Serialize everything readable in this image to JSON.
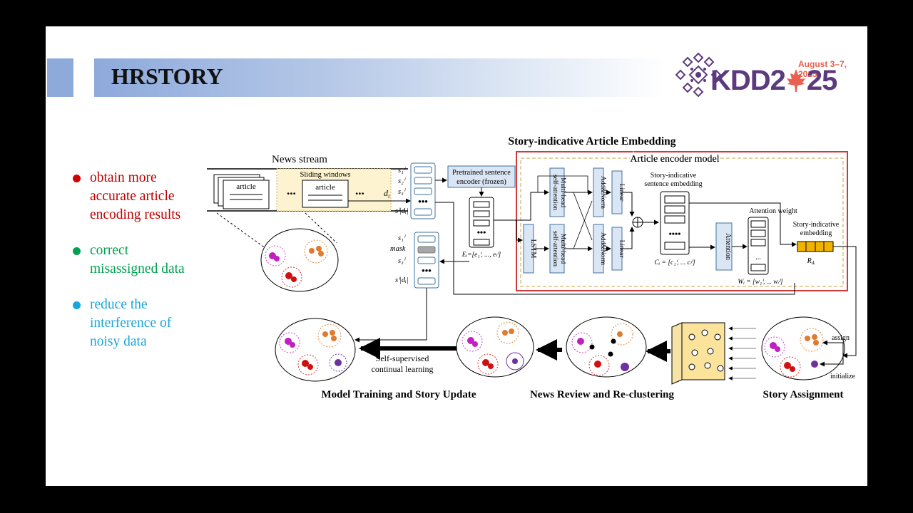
{
  "slide": {
    "title": "HRSTORY",
    "logo": {
      "date": "August 3–7, 2025",
      "name": "KDD2025"
    }
  },
  "bullets": [
    {
      "text": "obtain more accurate article encoding results",
      "lines": [
        "obtain more",
        "accurate article",
        "encoding results"
      ],
      "color": "#c00000"
    },
    {
      "text": "correct misassigned data",
      "lines": [
        "correct",
        "misassigned data"
      ],
      "color": "#00a050"
    },
    {
      "text": "reduce the interference of noisy data",
      "lines": [
        "reduce the",
        "interference of",
        "noisy data"
      ],
      "color": "#1aa6d8"
    }
  ],
  "diagram": {
    "heading": "Story-indicative Article Embedding",
    "news_stream": "News stream",
    "sliding_windows": "Sliding windows",
    "article": "article",
    "ellipsis": "...",
    "d_i": "d",
    "d_sub": "i",
    "sentence_labels": [
      "s₁ⁱ",
      "s₂ⁱ",
      "s₃ⁱ",
      "sⁱ|dᵢ|"
    ],
    "masked_labels": [
      "s₁ⁱ",
      "mask",
      "s₃ⁱ",
      "sⁱ|dᵢ|"
    ],
    "pretrained_encoder": [
      "Pretrained sentence",
      "encoder (frozen)"
    ],
    "e_label": "Eᵢ=[e₁ⁱ, ..., eₗⁱ]",
    "encoder_box_title": "Article encoder model",
    "lstm": "LSTM",
    "mhsa": [
      "Multi-head",
      "self-attention"
    ],
    "add_norm": "Add&Norm",
    "linear": "Linear",
    "sentence_embedding_label": [
      "Story-indicative",
      "sentence embedding"
    ],
    "c_label": "Cᵢ = [c₁ⁱ, ... cₗⁱ]",
    "attention": "Attention",
    "attention_weight_label": "Attention weight",
    "w_label": "Wᵢ = [w₁ⁱ, ... wₗⁱ]",
    "embedding_label": [
      "Story-indicative",
      "embedding"
    ],
    "r_label": "R",
    "r_sub": "dᵢ",
    "assign": "assign",
    "initialize": "initialize",
    "self_supervised": [
      "Self-supervised",
      "continual learning"
    ],
    "stages": [
      "Model Training and Story Update",
      "News Review and Re-clustering",
      "Story Assignment"
    ]
  },
  "colors": {
    "encoder_border": "#d03a3a",
    "sliding_bg": "#fdf3d0",
    "module_fill": "#dbe6f4",
    "module_stroke": "#41719c",
    "embedding_gold": "#f0b400"
  }
}
